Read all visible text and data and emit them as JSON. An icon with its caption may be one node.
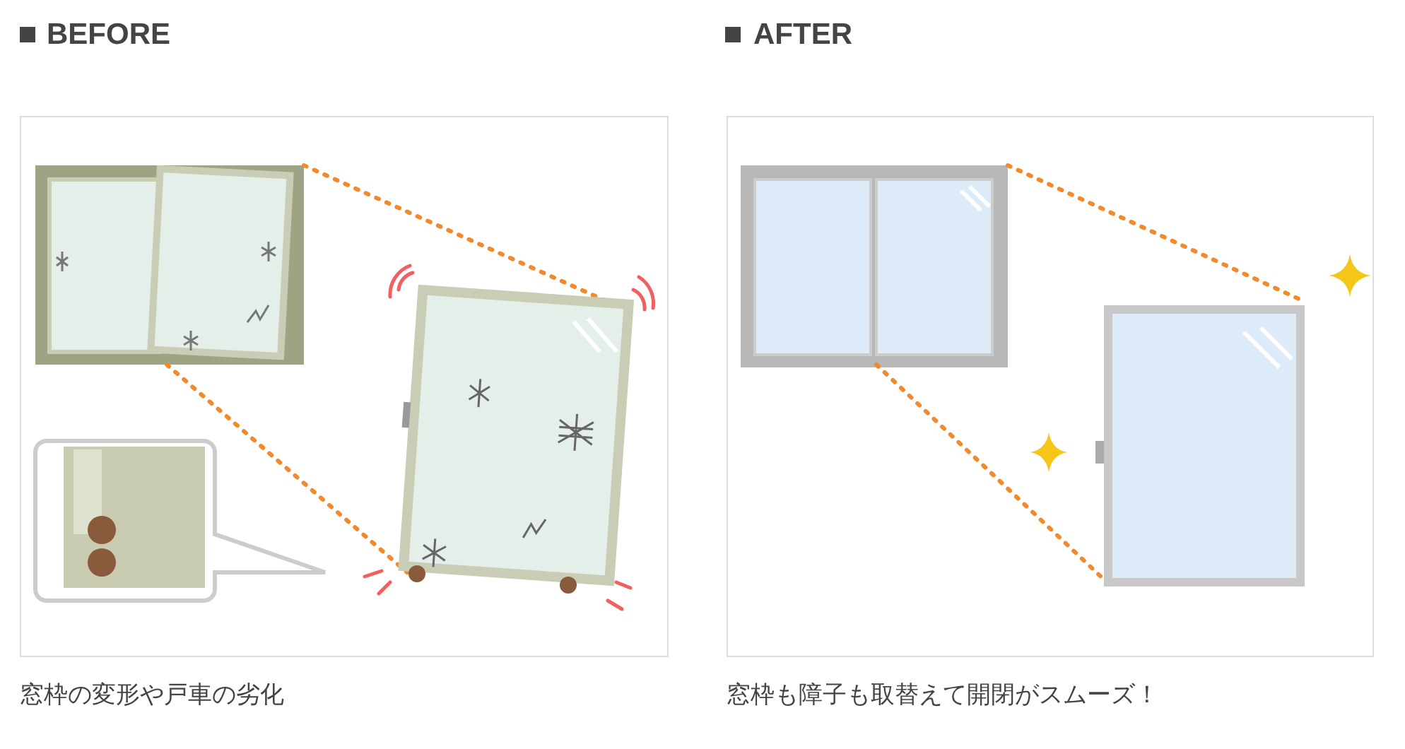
{
  "diagram": {
    "labels": [
      "BEFORE",
      "AFTER",
      "窓枠の変形や戸車の劣化",
      "窓枠も障子も取替えて開閉がスムーズ！"
    ]
  }
}
